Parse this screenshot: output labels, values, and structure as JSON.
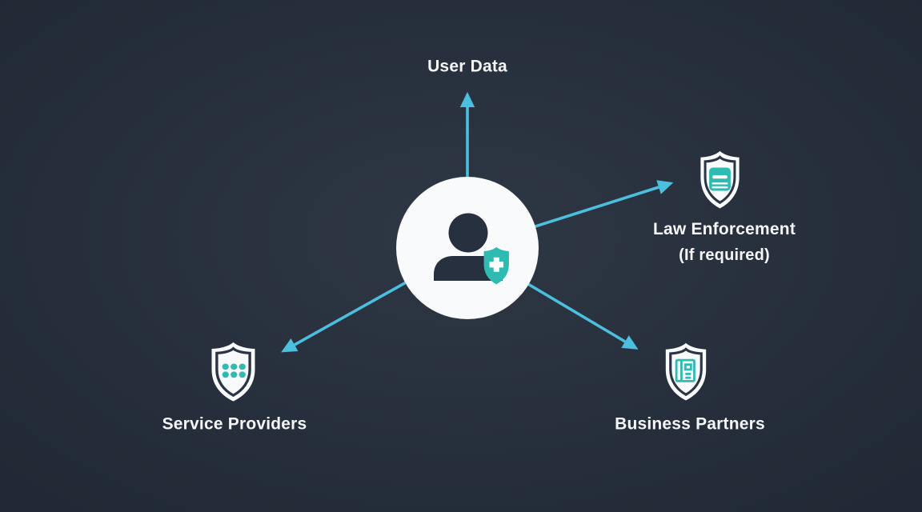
{
  "diagram": {
    "description": "Data sharing diagram: central user profile with protection shield, arrows to four destinations",
    "center": {
      "icon": "user-with-shield-plus"
    },
    "nodes": {
      "user_data": {
        "label": "User Data",
        "icon": "none",
        "direction": "up"
      },
      "law_enforcement": {
        "label": "Law Enforcement",
        "sublabel": "(If required)",
        "icon": "shield-police-vehicle",
        "direction": "upper-right"
      },
      "service_providers": {
        "label": "Service Providers",
        "icon": "shield-dots-grid",
        "direction": "lower-left"
      },
      "business_partners": {
        "label": "Business Partners",
        "icon": "shield-building",
        "direction": "lower-right"
      }
    },
    "colors": {
      "bg": "#252e3c",
      "arrow": "#4cbede",
      "teal": "#2ebcb2",
      "shieldFill": "#f8fafb",
      "shieldOutline": "#2b3546",
      "person": "#27303f",
      "text": "#f4f6f8"
    }
  }
}
